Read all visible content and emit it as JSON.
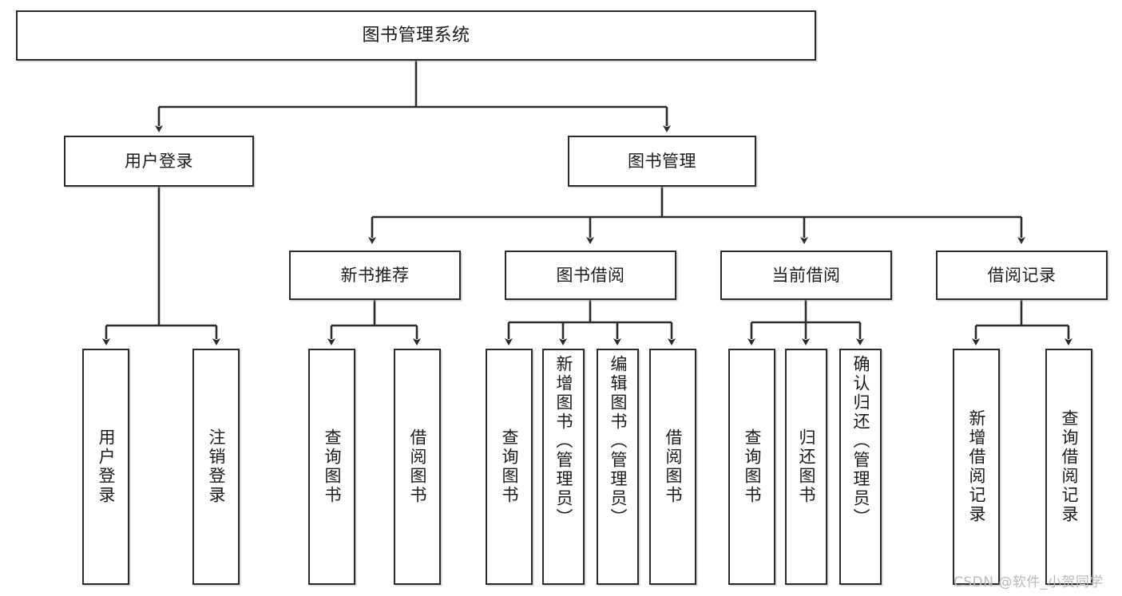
{
  "diagram": {
    "type": "tree-hierarchy-chart",
    "title": "图书管理系统",
    "orientation": "top-down",
    "colors": {
      "box_border": "#2b2b2b",
      "box_fill": "#ffffff",
      "edge": "#2b2b2b",
      "text": "#1a1a1a",
      "watermark": "#b9b9b9",
      "background": "#ffffff"
    }
  },
  "nodes": {
    "root": {
      "label": "图书管理系统",
      "level": 0
    },
    "level1": [
      {
        "id": "user-login",
        "label": "用户登录"
      },
      {
        "id": "book-management",
        "label": "图书管理"
      }
    ],
    "level2": [
      {
        "id": "new-book-recommend",
        "label": "新书推荐"
      },
      {
        "id": "book-borrow",
        "label": "图书借阅"
      },
      {
        "id": "current-borrow",
        "label": "当前借阅"
      },
      {
        "id": "borrow-record",
        "label": "借阅记录"
      }
    ],
    "leaves": {
      "user-login": [
        {
          "id": "leaf-user-login",
          "label": "用户登录"
        },
        {
          "id": "leaf-logout-login",
          "label": "注销登录"
        }
      ],
      "new-book-recommend": [
        {
          "id": "leaf-query-book-1",
          "label": "查询图书"
        },
        {
          "id": "leaf-borrow-book-1",
          "label": "借阅图书"
        }
      ],
      "book-borrow": [
        {
          "id": "leaf-query-book-2",
          "label": "查询图书"
        },
        {
          "id": "leaf-add-book-admin",
          "label": "新增图书（管理员）"
        },
        {
          "id": "leaf-edit-book-admin",
          "label": "编辑图书（管理员）"
        },
        {
          "id": "leaf-borrow-book-2",
          "label": "借阅图书"
        }
      ],
      "current-borrow": [
        {
          "id": "leaf-query-book-3",
          "label": "查询图书"
        },
        {
          "id": "leaf-return-book",
          "label": "归还图书"
        },
        {
          "id": "leaf-confirm-return-admin",
          "label": "确认归还（管理员）"
        }
      ],
      "borrow-record": [
        {
          "id": "leaf-add-borrow-record",
          "label": "新增借阅记录"
        },
        {
          "id": "leaf-query-borrow-record",
          "label": "查询借阅记录"
        }
      ]
    }
  },
  "watermark": {
    "text": "CSDN @软件_小贺同学"
  }
}
